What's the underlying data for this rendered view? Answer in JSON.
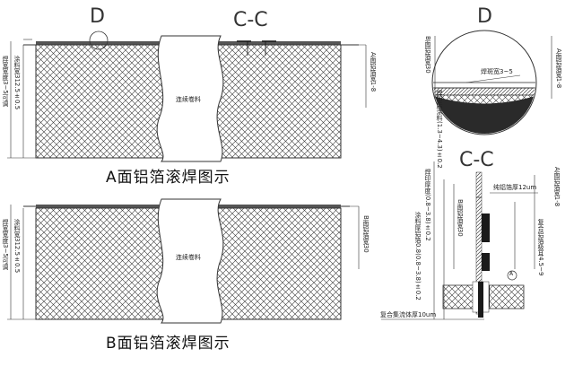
{
  "title_markers": {
    "detail_marker": "D",
    "section_marker": "C-C"
  },
  "panel_a": {
    "caption": "A面铝箔滚焊图示",
    "center_label": "连续卷料",
    "weld_width_label": "焊宽宽度3~5可调",
    "coating_width_label": "涂料宽312.5±0.5",
    "right_label": "A面铝箔宽1-8"
  },
  "panel_b": {
    "caption": "B面铝箔滚焊图示",
    "center_label": "连续卷料",
    "weld_width_label": "焊宽宽度3~5可调",
    "coating_width_label": "涂料宽312.5±0.5",
    "right_label": "B面铝箔宽30"
  },
  "detail_d": {
    "title": "D",
    "top_label": "B面铝箔宽30",
    "weld_label": "焊斑宽3~5",
    "side_label": "A面铝箔宽1-8"
  },
  "section_cc": {
    "title": "C-C",
    "foil_thickness": "纯铝箔厚12um",
    "b_side_width": "B面铝箔宽30",
    "a_side_width": "A面铝箔宽1-8",
    "composite_weld_width": "复合铝箔极耳4.5~9",
    "weld_thickness_note": "焊印厚度(0.8~3.8)±0.2",
    "coating_thickness_note": "焊印后涂料(1.3~4.3)±0.2",
    "copper_thickness_note": "涂料厚铝箔0.8(0.8~3.8)±0.2",
    "collector_thickness": "复合集流体厚10um",
    "circle_marker": "A"
  }
}
